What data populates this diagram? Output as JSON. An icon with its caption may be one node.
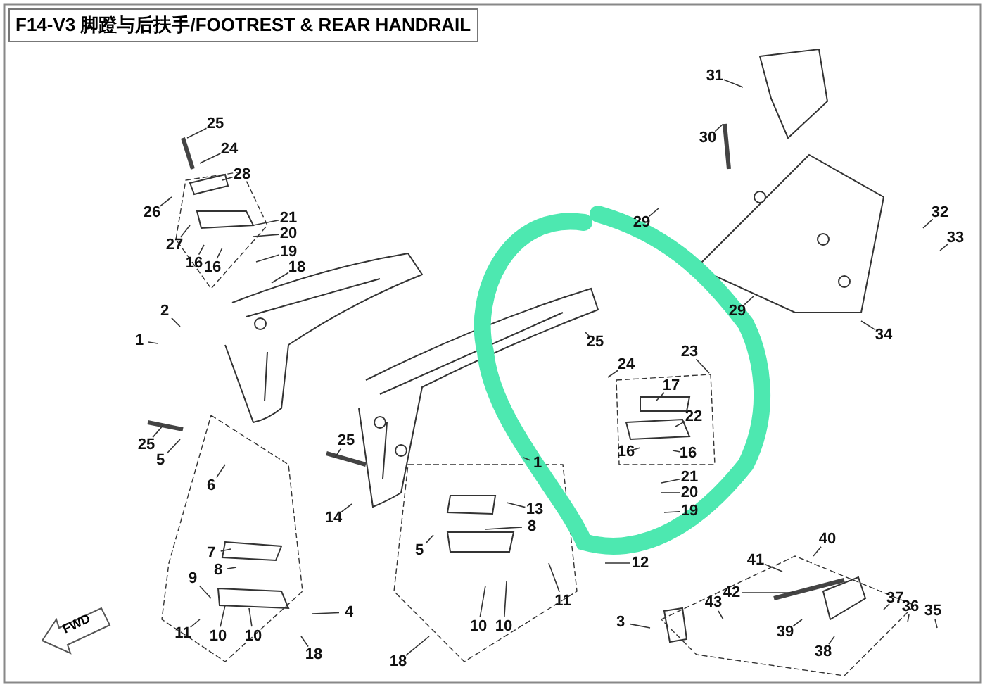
{
  "diagram": {
    "title": "F14-V3 脚蹬与后扶手/FOOTREST & REAR HANDRAIL",
    "nodes": [
      {
        "text": [
          "25"
        ]
      },
      {
        "text": [
          "24"
        ]
      },
      {
        "text": [
          "28"
        ]
      },
      {
        "text": [
          "26"
        ]
      },
      {
        "text": [
          "27"
        ]
      },
      {
        "text": [
          "16"
        ]
      },
      {
        "text": [
          "16"
        ]
      },
      {
        "text": [
          "21"
        ]
      },
      {
        "text": [
          "20"
        ]
      },
      {
        "text": [
          "19"
        ]
      },
      {
        "text": [
          "18"
        ]
      },
      {
        "text": [
          "31"
        ]
      },
      {
        "text": [
          "30"
        ]
      },
      {
        "text": [
          "29"
        ]
      },
      {
        "text": [
          "32"
        ]
      },
      {
        "text": [
          "33"
        ]
      },
      {
        "text": [
          "2"
        ]
      },
      {
        "text": [
          "1"
        ]
      },
      {
        "text": [
          "25"
        ]
      },
      {
        "text": [
          "29"
        ]
      },
      {
        "text": [
          "34"
        ]
      },
      {
        "text": [
          "24"
        ]
      },
      {
        "text": [
          "23"
        ]
      },
      {
        "text": [
          "17"
        ]
      },
      {
        "text": [
          "22"
        ]
      },
      {
        "text": [
          "25"
        ]
      },
      {
        "text": [
          "5"
        ]
      },
      {
        "text": [
          "16"
        ]
      },
      {
        "text": [
          "16"
        ]
      },
      {
        "text": [
          "25"
        ]
      },
      {
        "text": [
          "1"
        ]
      },
      {
        "text": [
          "21"
        ]
      },
      {
        "text": [
          "20"
        ]
      },
      {
        "text": [
          "6"
        ]
      },
      {
        "text": [
          "13"
        ]
      },
      {
        "text": [
          "19"
        ]
      },
      {
        "text": [
          "14"
        ]
      },
      {
        "text": [
          "8"
        ]
      },
      {
        "text": [
          "40"
        ]
      },
      {
        "text": [
          "5"
        ]
      },
      {
        "text": [
          "7"
        ]
      },
      {
        "text": [
          "12"
        ]
      },
      {
        "text": [
          "41"
        ]
      },
      {
        "text": [
          "8"
        ]
      },
      {
        "text": [
          "9"
        ]
      },
      {
        "text": [
          "42"
        ]
      },
      {
        "text": [
          "11"
        ]
      },
      {
        "text": [
          "37"
        ]
      },
      {
        "text": [
          "36"
        ]
      },
      {
        "text": [
          "35"
        ]
      },
      {
        "text": [
          "4"
        ]
      },
      {
        "text": [
          "3"
        ]
      },
      {
        "text": [
          "43"
        ]
      },
      {
        "text": [
          "10"
        ]
      },
      {
        "text": [
          "10"
        ]
      },
      {
        "text": [
          "39"
        ]
      },
      {
        "text": [
          "11"
        ]
      },
      {
        "text": [
          "10"
        ]
      },
      {
        "text": [
          "10"
        ]
      },
      {
        "text": [
          "38"
        ]
      },
      {
        "text": [
          "18"
        ]
      },
      {
        "text": [
          "18"
        ]
      }
    ],
    "edges": [
      {
        "from": 0,
        "to": null,
        "arrow": "none"
      },
      {
        "from": 1,
        "to": null,
        "arrow": "none"
      },
      {
        "from": 2,
        "to": null,
        "arrow": "none"
      },
      {
        "from": 3,
        "to": null,
        "arrow": "none"
      },
      {
        "from": 4,
        "to": null,
        "arrow": "none"
      },
      {
        "from": 5,
        "to": null,
        "arrow": "none"
      },
      {
        "from": 6,
        "to": null,
        "arrow": "none"
      },
      {
        "from": 7,
        "to": null,
        "arrow": "none"
      },
      {
        "from": 8,
        "to": null,
        "arrow": "none"
      },
      {
        "from": 9,
        "to": null,
        "arrow": "none"
      },
      {
        "from": 10,
        "to": null,
        "arrow": "none"
      },
      {
        "from": 11,
        "to": null,
        "arrow": "none"
      },
      {
        "from": 12,
        "to": null,
        "arrow": "none"
      },
      {
        "from": 13,
        "to": null,
        "arrow": "none"
      },
      {
        "from": 14,
        "to": null,
        "arrow": "none"
      },
      {
        "from": 15,
        "to": null,
        "arrow": "none"
      },
      {
        "from": 16,
        "to": null,
        "arrow": "none"
      },
      {
        "from": 17,
        "to": null,
        "arrow": "none"
      },
      {
        "from": 18,
        "to": null,
        "arrow": "none"
      },
      {
        "from": 19,
        "to": null,
        "arrow": "none"
      },
      {
        "from": 20,
        "to": null,
        "arrow": "none"
      },
      {
        "from": 21,
        "to": null,
        "arrow": "none"
      },
      {
        "from": 22,
        "to": null,
        "arrow": "none"
      },
      {
        "from": 23,
        "to": null,
        "arrow": "none"
      },
      {
        "from": 24,
        "to": null,
        "arrow": "none"
      },
      {
        "from": 25,
        "to": null,
        "arrow": "none"
      },
      {
        "from": 26,
        "to": null,
        "arrow": "none"
      },
      {
        "from": 27,
        "to": null,
        "arrow": "none"
      },
      {
        "from": 28,
        "to": null,
        "arrow": "none"
      },
      {
        "from": 29,
        "to": null,
        "arrow": "none"
      },
      {
        "from": 30,
        "to": null,
        "arrow": "none"
      },
      {
        "from": 31,
        "to": null,
        "arrow": "none"
      },
      {
        "from": 32,
        "to": null,
        "arrow": "none"
      },
      {
        "from": 33,
        "to": null,
        "arrow": "none"
      },
      {
        "from": 34,
        "to": null,
        "arrow": "none"
      },
      {
        "from": 35,
        "to": null,
        "arrow": "none"
      },
      {
        "from": 36,
        "to": null,
        "arrow": "none"
      },
      {
        "from": 37,
        "to": null,
        "arrow": "none"
      },
      {
        "from": 38,
        "to": null,
        "arrow": "none"
      },
      {
        "from": 39,
        "to": null,
        "arrow": "none"
      },
      {
        "from": 40,
        "to": null,
        "arrow": "none"
      },
      {
        "from": 41,
        "to": null,
        "arrow": "none"
      },
      {
        "from": 42,
        "to": null,
        "arrow": "none"
      },
      {
        "from": 43,
        "to": null,
        "arrow": "none"
      },
      {
        "from": 44,
        "to": null,
        "arrow": "none"
      },
      {
        "from": 45,
        "to": null,
        "arrow": "none"
      },
      {
        "from": 46,
        "to": null,
        "arrow": "none"
      },
      {
        "from": 47,
        "to": null,
        "arrow": "none"
      },
      {
        "from": 48,
        "to": null,
        "arrow": "none"
      },
      {
        "from": 49,
        "to": null,
        "arrow": "none"
      },
      {
        "from": 50,
        "to": null,
        "arrow": "none"
      },
      {
        "from": 51,
        "to": null,
        "arrow": "none"
      },
      {
        "from": 52,
        "to": null,
        "arrow": "none"
      },
      {
        "from": 53,
        "to": null,
        "arrow": "none"
      },
      {
        "from": 54,
        "to": null,
        "arrow": "none"
      },
      {
        "from": 55,
        "to": null,
        "arrow": "none"
      },
      {
        "from": 56,
        "to": null,
        "arrow": "none"
      },
      {
        "from": 57,
        "to": null,
        "arrow": "none"
      },
      {
        "from": 58,
        "to": null,
        "arrow": "none"
      },
      {
        "from": 59,
        "to": null,
        "arrow": "none"
      },
      {
        "from": 60,
        "to": null,
        "arrow": "none"
      },
      {
        "from": 61,
        "to": null,
        "arrow": "none"
      }
    ],
    "labels": [
      "FWD"
    ]
  }
}
